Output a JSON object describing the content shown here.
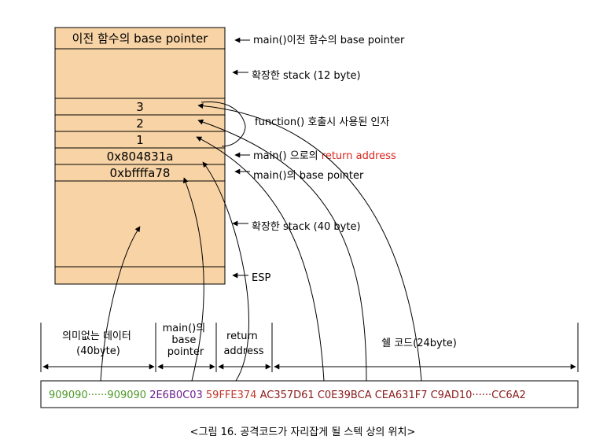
{
  "stack": {
    "prev_base_pointer": "이전 함수의 base pointer",
    "arg3": "3",
    "arg2": "2",
    "arg1": "1",
    "return_addr": "0x804831a",
    "saved_bp": "0xbffffa78"
  },
  "annotations": {
    "main_prev_bp": "main()이전 함수의 base pointer",
    "expand_12": "확장한 stack (12 byte)",
    "function_args": "function() 호출시 사용된 인자",
    "return_prefix": "main() 으로의 ",
    "return_suffix": "return address",
    "main_bp": "main()의 base pointer",
    "expand_40": "확장한 stack (40 byte)",
    "esp": "ESP"
  },
  "payload": {
    "seg1": [
      "의미없는 데이터",
      "(40byte)"
    ],
    "seg2": [
      "main()의",
      "base",
      "pointer"
    ],
    "seg3": [
      "return",
      "address"
    ],
    "seg4": [
      "쉘 코드(24byte)"
    ]
  },
  "hex": {
    "garbage": "909090······909090",
    "base_ptr": "2E6B0C03",
    "ret": "59FFE374",
    "shell": "AC357D61 C0E39BCA CEA631F7 C9AD10······CC6A2"
  },
  "caption": "<그림 16. 공격코드가 자리잡게 될 스텍 상의 위치>",
  "colors": {
    "stack_fill": "#f7d3a5",
    "return_red": "#d9241d",
    "garbage_green": "#4f9a2a",
    "base_purple": "#6b1f8f",
    "ret_red": "#c0392b",
    "shell_maroon": "#8b1a1a"
  }
}
